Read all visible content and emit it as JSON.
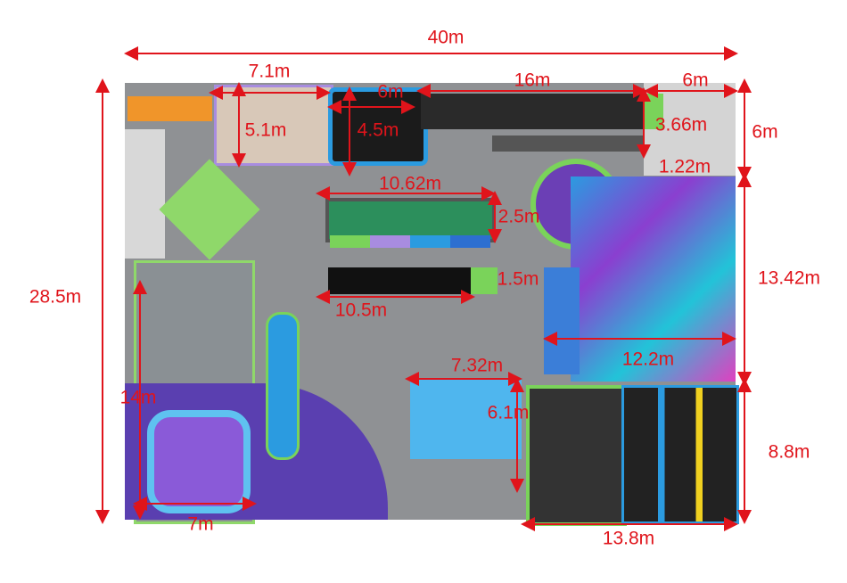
{
  "dimensions": {
    "total_width": "40m",
    "zone_a_width": "7.1m",
    "zone_b_width": "6m",
    "track_width": "16m",
    "corner_width": "6m",
    "zone_a_depth": "5.1m",
    "zone_b_depth": "4.5m",
    "track_depth": "3.66m",
    "corner_depth": "6m",
    "gap_depth": "1.22m",
    "trampoline_row_width": "10.62m",
    "trampoline_row_depth": "2.5m",
    "playframe_depth": "13.42m",
    "total_depth": "28.5m",
    "slide_depth": "1.5m",
    "slide_width": "10.5m",
    "toddler_width": "7.32m",
    "playframe_width": "12.2m",
    "left_area_depth": "14m",
    "toddler_depth": "6.1m",
    "trampoline_park_depth": "8.8m",
    "arena_width": "7m",
    "trampoline_park_width": "13.8m"
  },
  "colors": {
    "dimension": "#e0141b",
    "floor": "#8f9194"
  }
}
